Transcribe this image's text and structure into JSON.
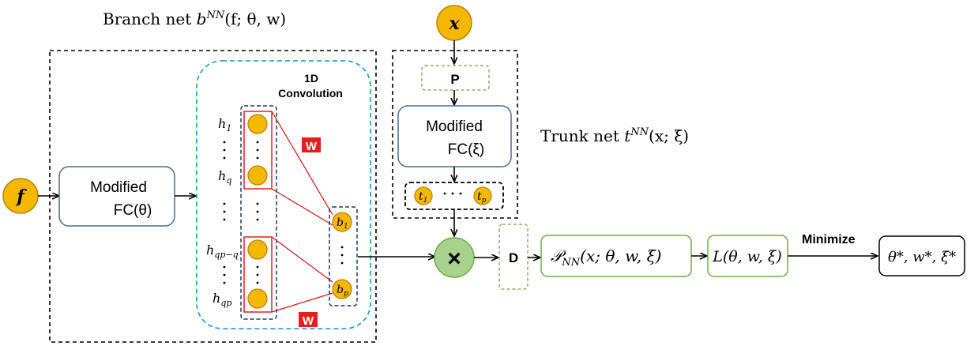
{
  "branch": {
    "title": "Branch net b^{NN}(f; θ, w)",
    "title_main": "Branch net ",
    "title_b": "b",
    "title_sup": "NN",
    "title_args": "(f; θ, w)",
    "fc_line1": "Modified",
    "fc_line2": "FC(θ)",
    "conv_line1": "1D",
    "conv_line2": "Convolution",
    "h_labels": [
      {
        "base": "h",
        "sub": "1"
      },
      {
        "base": "h",
        "sub": "q"
      },
      {
        "base": "h",
        "sub": "qp−q"
      },
      {
        "base": "h",
        "sub": "qp"
      }
    ],
    "b_labels": [
      {
        "base": "b",
        "sub": "1"
      },
      {
        "base": "b",
        "sub": "p"
      }
    ],
    "w_label": "W"
  },
  "trunk": {
    "title": "Trunk net t^{NN}(x; ξ)",
    "title_main": "Trunk net ",
    "title_t": "t",
    "title_sup": "NN",
    "title_args": "(x; ξ)",
    "p_label": "P",
    "fc_line1": "Modified",
    "fc_line2": "FC(ξ)",
    "t_labels": [
      {
        "base": "t",
        "sub": "1"
      },
      {
        "base": "t",
        "sub": "p"
      }
    ]
  },
  "inputs": {
    "f": "f",
    "x": "x"
  },
  "pipeline": {
    "multiply": "×",
    "d_label": "D",
    "p_nn": "𝒫",
    "p_nn_sub": "NN",
    "p_nn_args": "(x; θ, w, ξ)",
    "loss": "L(θ, w, ξ)",
    "minimize": "Minimize",
    "result": "θ*, w*, ξ*"
  },
  "colors": {
    "node_fill": "#f5b800",
    "node_stroke": "#b8860b",
    "fc_stroke": "#4a6f94",
    "conv_stroke": "#2aa3dc",
    "group_stroke": "#1f3864",
    "red": "#e01010",
    "green": "#70ad47",
    "multiply_fill": "#a9d18e",
    "w_fill": "#e81e1e"
  }
}
